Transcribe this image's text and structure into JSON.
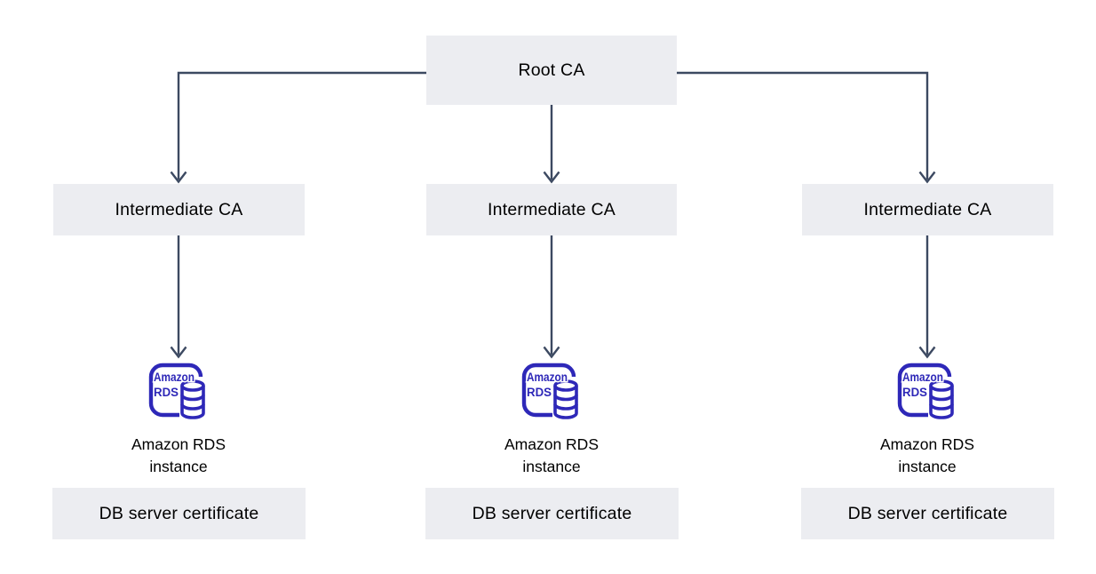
{
  "root_ca": {
    "label": "Root CA"
  },
  "columns": [
    {
      "intermediate_label": "Intermediate CA",
      "icon": {
        "line1": "Amazon",
        "line2": "RDS"
      },
      "instance_line1": "Amazon RDS",
      "instance_line2": "instance",
      "certificate_label": "DB server certificate"
    },
    {
      "intermediate_label": "Intermediate CA",
      "icon": {
        "line1": "Amazon",
        "line2": "RDS"
      },
      "instance_line1": "Amazon RDS",
      "instance_line2": "instance",
      "certificate_label": "DB server certificate"
    },
    {
      "intermediate_label": "Intermediate CA",
      "icon": {
        "line1": "Amazon",
        "line2": "RDS"
      },
      "instance_line1": "Amazon RDS",
      "instance_line2": "instance",
      "certificate_label": "DB server certificate"
    }
  ],
  "colors": {
    "background": "#FFFFFF",
    "node_fill": "#ECEDF1",
    "connector": "#3C4961",
    "rds_icon": "#2E28B8",
    "text": "#000000"
  }
}
